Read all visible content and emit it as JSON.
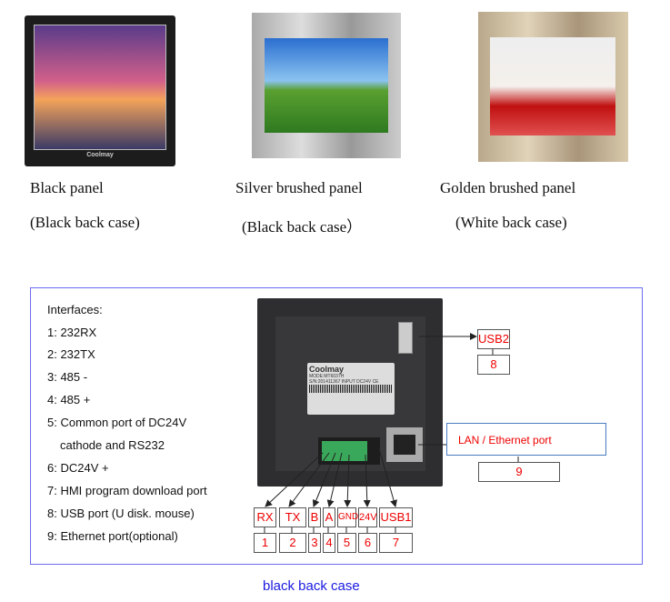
{
  "products": [
    {
      "name": "Black panel",
      "case": "(Black back case)",
      "brand": "Coolmay"
    },
    {
      "name": "Silver brushed panel",
      "case": "(Black back case）"
    },
    {
      "name": "Golden brushed panel",
      "case": "(White back case)"
    }
  ],
  "interfaces": {
    "title": "Interfaces:",
    "items": [
      "1: 232RX",
      "2: 232TX",
      "3: 485 -",
      "4: 485 +",
      "5: Common port of DC24V",
      "   cathode and RS232",
      "6: DC24V +",
      "7: HMI program download port",
      "8: USB port (U disk. mouse)",
      "9: Ethernet port(optional)"
    ]
  },
  "device": {
    "brand": "Coolmay",
    "model": "MODE:MT6037H",
    "serial": "S/N:201411367 INPUT DC24V CE"
  },
  "ports": [
    {
      "label": "RX",
      "num": "1"
    },
    {
      "label": "TX",
      "num": "2"
    },
    {
      "label": "B",
      "num": "3"
    },
    {
      "label": "A",
      "num": "4"
    },
    {
      "label": "GND",
      "num": "5"
    },
    {
      "label": "24V",
      "num": "6"
    },
    {
      "label": "USB1",
      "num": "7"
    }
  ],
  "usb2": {
    "label": "USB2",
    "num": "8"
  },
  "lan": {
    "label": "LAN / Ethernet port",
    "num": "9"
  },
  "caption": "black back case"
}
